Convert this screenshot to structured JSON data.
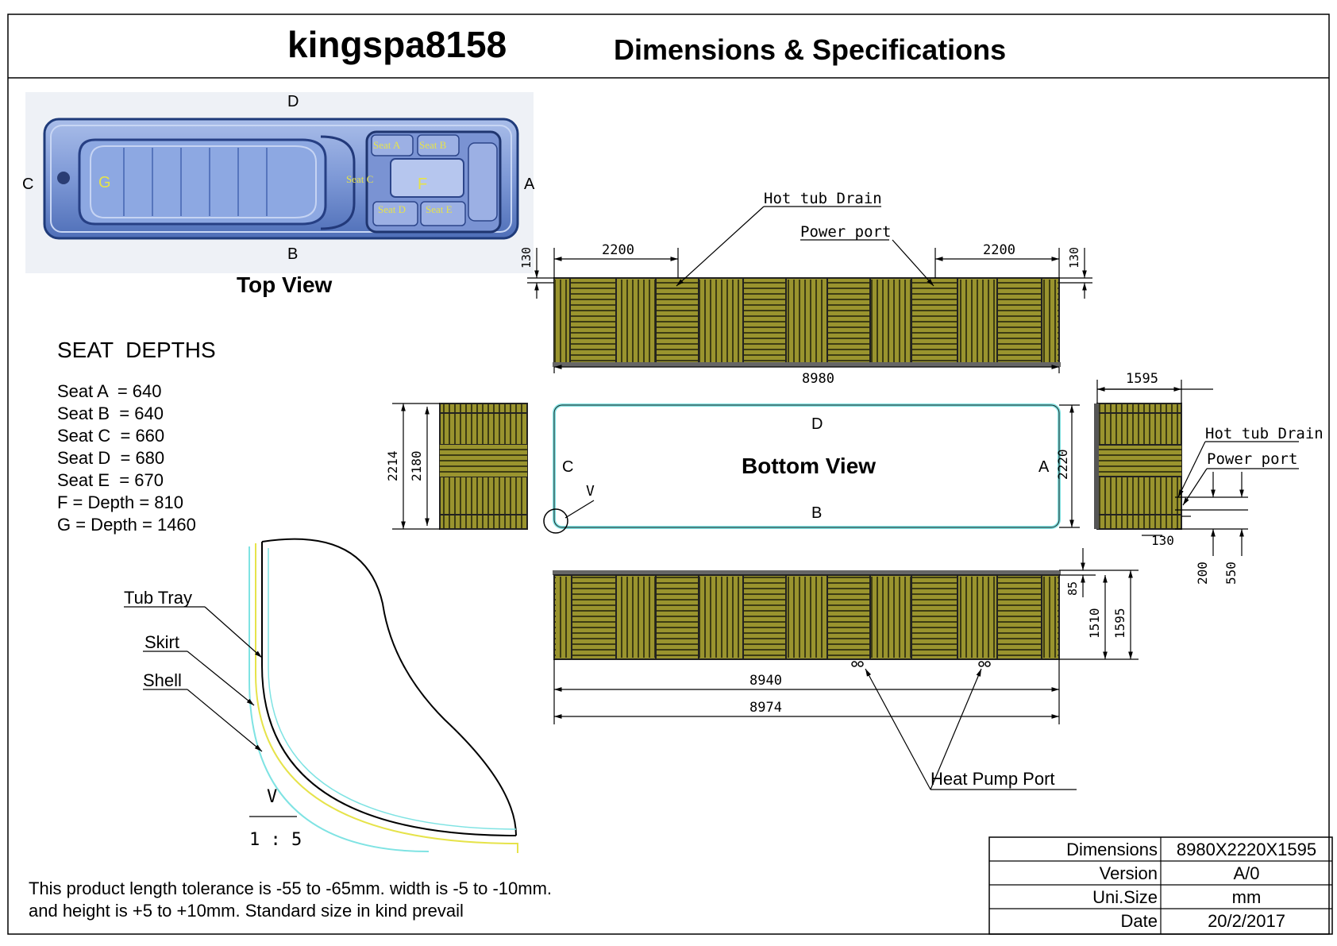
{
  "header": {
    "model": "kingspa8158",
    "title": "Dimensions & Specifications"
  },
  "top_view": {
    "caption": "Top View",
    "side_labels": {
      "top": "D",
      "bottom": "B",
      "left": "C",
      "right": "A"
    },
    "seat_labels": [
      "Seat A",
      "Seat B",
      "Seat C",
      "Seat D",
      "Seat E"
    ],
    "zone_labels": {
      "f": "F",
      "g": "G"
    }
  },
  "seat_depths": {
    "heading": "SEAT  DEPTHS",
    "rows": [
      "Seat A  = 640",
      "Seat B  = 640",
      "Seat C  = 660",
      "Seat D  = 680",
      "Seat E  = 670",
      "F = Depth = 810",
      "G = Depth = 1460"
    ]
  },
  "front_view": {
    "labels": {
      "drain": "Hot tub Drain",
      "power": "Power port"
    },
    "dims": {
      "left": "2200",
      "right": "2200",
      "edge_left": "130",
      "edge_right": "130",
      "overall": "8980"
    }
  },
  "bottom_view": {
    "caption": "Bottom View",
    "side_labels": {
      "top": "D",
      "bottom": "B",
      "left": "C",
      "right": "A"
    },
    "detail_marker": "V",
    "dims": {
      "h1": "2214",
      "h2": "2180",
      "h3": "2220"
    }
  },
  "side_view": {
    "labels": {
      "drain": "Hot tub Drain",
      "power": "Power port"
    },
    "dims": {
      "width": "1595",
      "offset": "130",
      "h1": "200",
      "h2": "550"
    }
  },
  "back_view": {
    "label": "Heat Pump Port",
    "dims": {
      "top": "85",
      "h1": "1510",
      "h2": "1595",
      "w1": "8940",
      "w2": "8974"
    }
  },
  "detail": {
    "labels": [
      "Tub Tray",
      "Skirt",
      "Shell"
    ],
    "marker": "V",
    "scale": "1 : 5"
  },
  "note": {
    "line1": "This product length tolerance is -55 to -65mm. width is -5 to -10mm.",
    "line2": "and height is +5 to +10mm. Standard size in kind prevail"
  },
  "spec_table": [
    {
      "label": "Dimensions",
      "value": "8980X2220X1595"
    },
    {
      "label": "Version",
      "value": "A/0"
    },
    {
      "label": "Uni.Size",
      "value": "mm"
    },
    {
      "label": "Date",
      "value": "20/2/2017"
    }
  ],
  "colors": {
    "panel": "#8f8a2a",
    "panel_dark": "#3a3a12",
    "outline": "#7fe3e3",
    "tub": "#8aa6df",
    "tub_dark": "#2c4f9a",
    "label_yellow": "#e6e34a"
  }
}
